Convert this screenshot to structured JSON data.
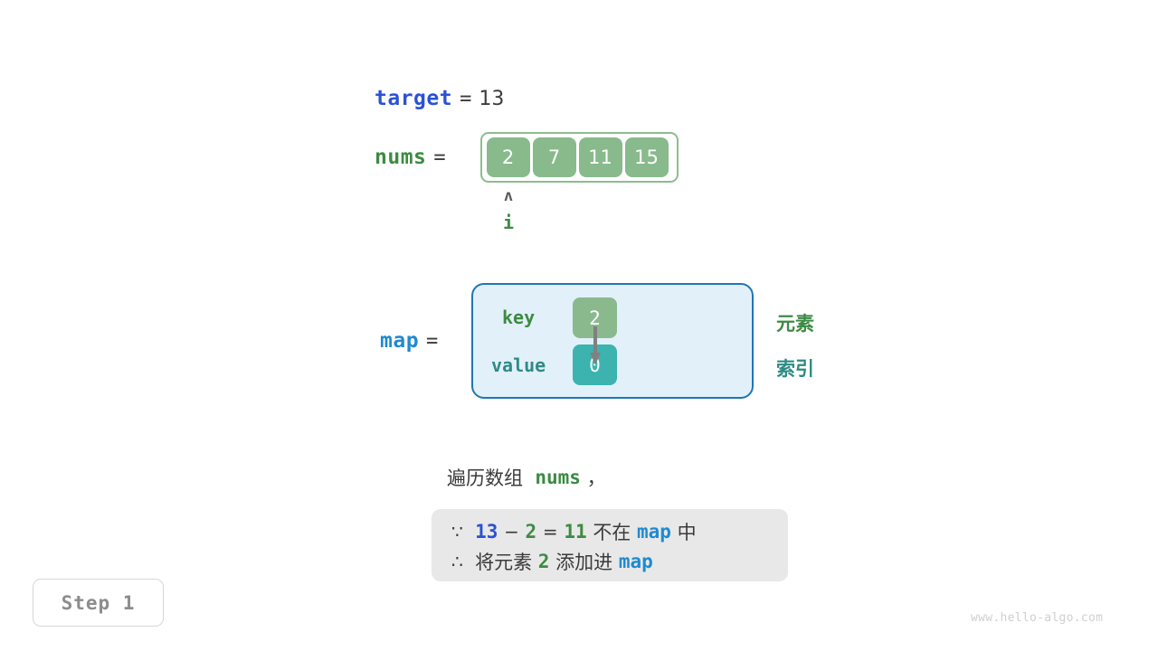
{
  "target": {
    "name": "target",
    "equals": "=",
    "value": "13"
  },
  "nums": {
    "name": "nums",
    "equals": "=",
    "cells": [
      "2",
      "7",
      "11",
      "15"
    ],
    "pointer": {
      "caret": "ʌ",
      "label": "i",
      "index": 0
    }
  },
  "map": {
    "name": "map",
    "equals": "=",
    "key_label": "key",
    "value_label": "value",
    "key_value": "2",
    "value_value": "0",
    "legend_element": "元素",
    "legend_index": "索引"
  },
  "caption": {
    "prefix": "遍历数组",
    "code": "nums",
    "suffix": "，"
  },
  "reasoning": {
    "line1": {
      "symbol": "∵",
      "a": "13",
      "minus": "−",
      "b": "2",
      "equals": "=",
      "result": "11",
      "text_mid": "不在",
      "map": "map",
      "text_end": "中"
    },
    "line2": {
      "symbol": "∴",
      "text_start": "将元素",
      "element": "2",
      "text_mid": "添加进",
      "map": "map"
    }
  },
  "step_badge": "Step 1",
  "watermark": "www.hello-algo.com",
  "colors": {
    "target_blue": "#2b52d4",
    "nums_green": "#3d8b43",
    "map_blue": "#1f8ad0",
    "cell_green": "#88ba8c",
    "value_teal": "#3cb3ae",
    "map_box_fill": "#e2f0fa",
    "map_box_border": "#1f77b4",
    "reason_box_fill": "#e8e8e8",
    "step_gray": "#8c8c8c"
  }
}
